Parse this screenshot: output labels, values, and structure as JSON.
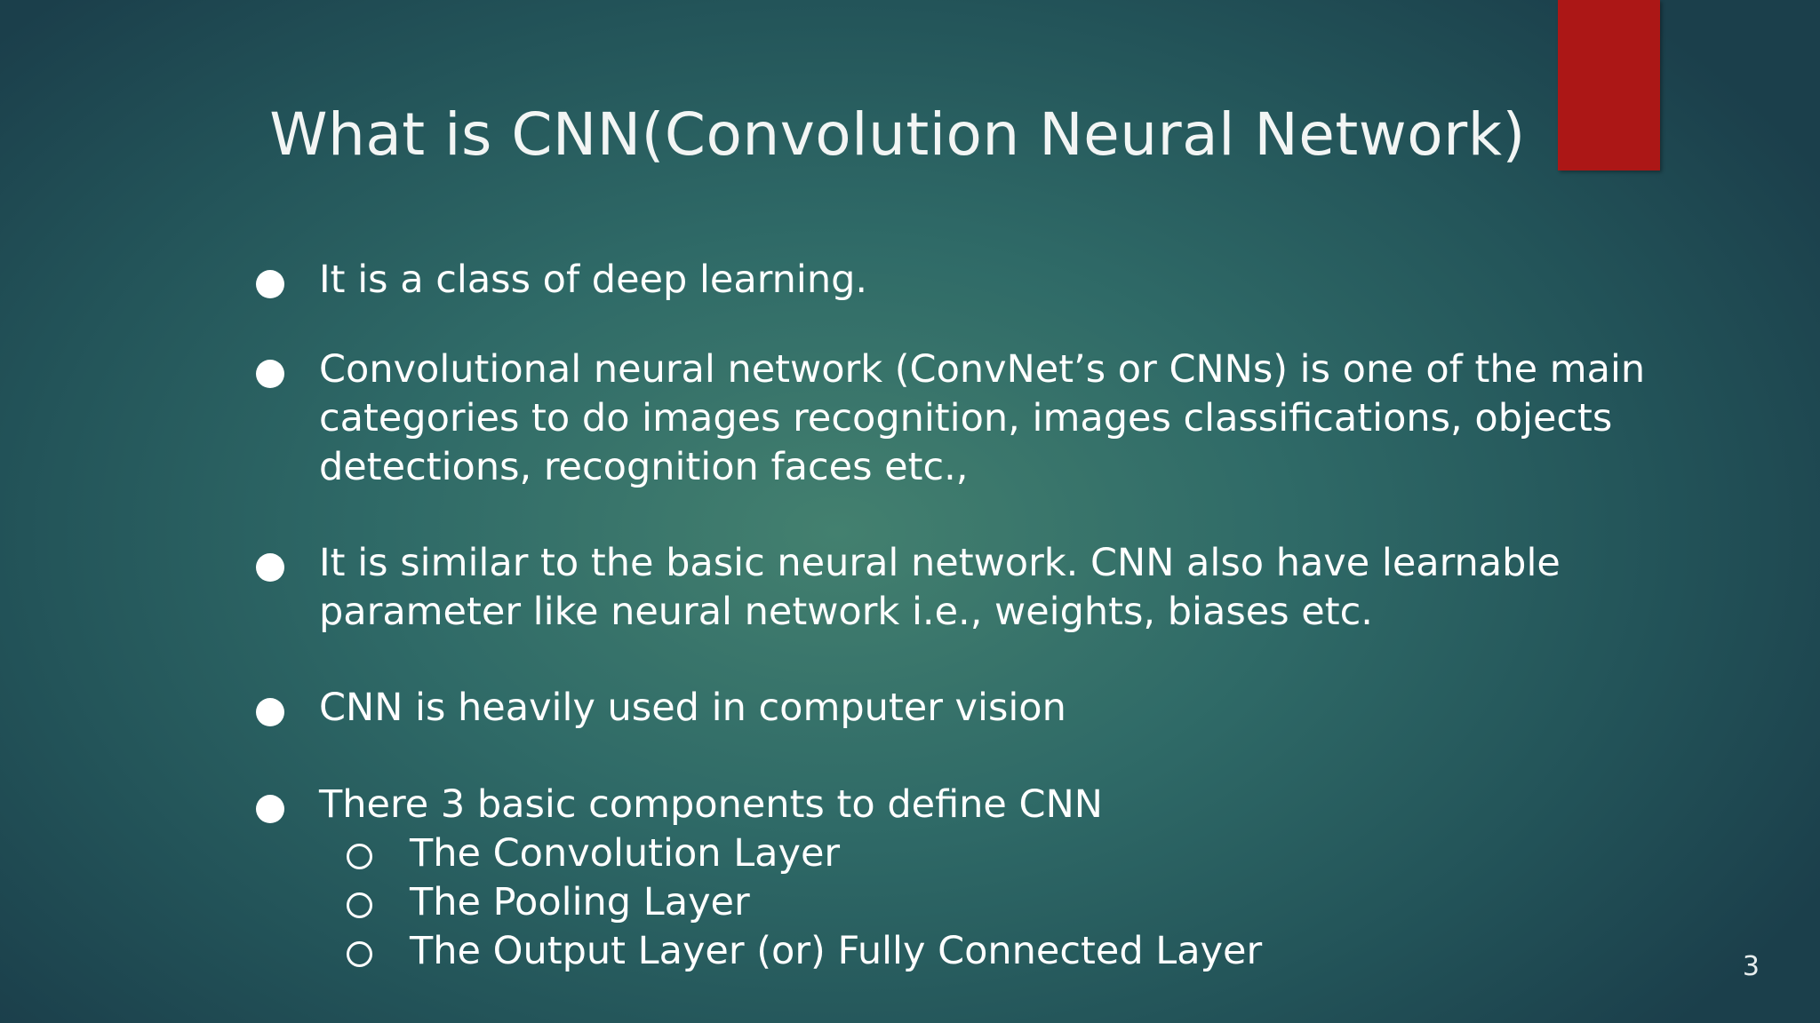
{
  "slide": {
    "title": "What is CNN(Convolution Neural Network)",
    "accent_color": "#ac1716",
    "background_color": "#2f6a67",
    "page_number": "3",
    "bullets": [
      {
        "lines": [
          "It is a class of deep learning."
        ]
      },
      {
        "lines": [
          "Convolutional neural network (ConvNet’s or CNNs) is one of the main",
          "categories to do images recognition, images classifications, objects",
          "detections, recognition faces etc.,"
        ]
      },
      {
        "lines": [
          "It is similar to the basic neural network. CNN also have learnable",
          "parameter like neural network i.e., weights, biases etc."
        ]
      },
      {
        "lines": [
          "CNN is heavily used in computer vision"
        ]
      },
      {
        "lines": [
          "There 3 basic components to define CNN"
        ],
        "sub_items": [
          "The Convolution Layer",
          "The Pooling Layer",
          "The Output Layer (or) Fully Connected Layer"
        ]
      }
    ]
  }
}
